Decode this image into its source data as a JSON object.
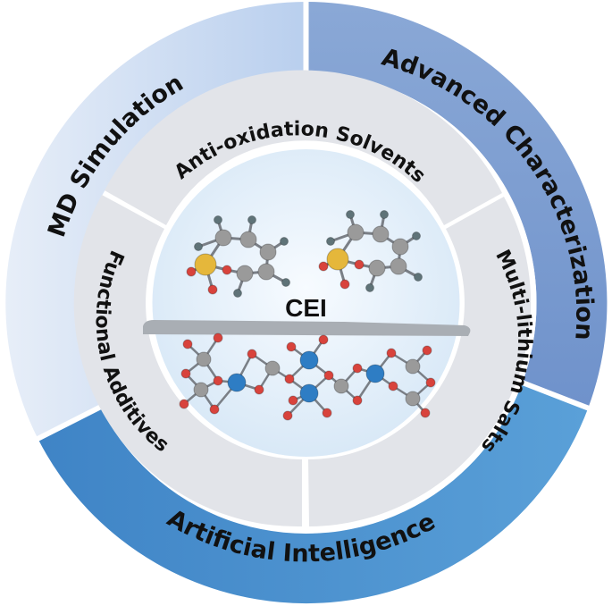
{
  "center": {
    "title": "CEI"
  },
  "outer_ring": [
    {
      "label": "MD Simulation",
      "color": "#c9daf0"
    },
    {
      "label": "Advanced Characterization",
      "color": "#7d9fd0"
    },
    {
      "label": "Artificial Intelligence",
      "color": "#4a8fcd"
    }
  ],
  "inner_ring": [
    {
      "label": "Anti-oxidation Solvents"
    },
    {
      "label": "Multi-lithium Salts"
    },
    {
      "label": "Functional Additives"
    }
  ],
  "colors": {
    "inner_segment": "#e2e4e9",
    "center_bg": "#eaf3fb",
    "carbon": "#9a9a9a",
    "oxygen": "#d8433c",
    "sulfur": "#e5b73b",
    "lithium": "#2e7dc4",
    "hydrogen": "#5f7378",
    "cei_layer": "#a9aeb4"
  }
}
